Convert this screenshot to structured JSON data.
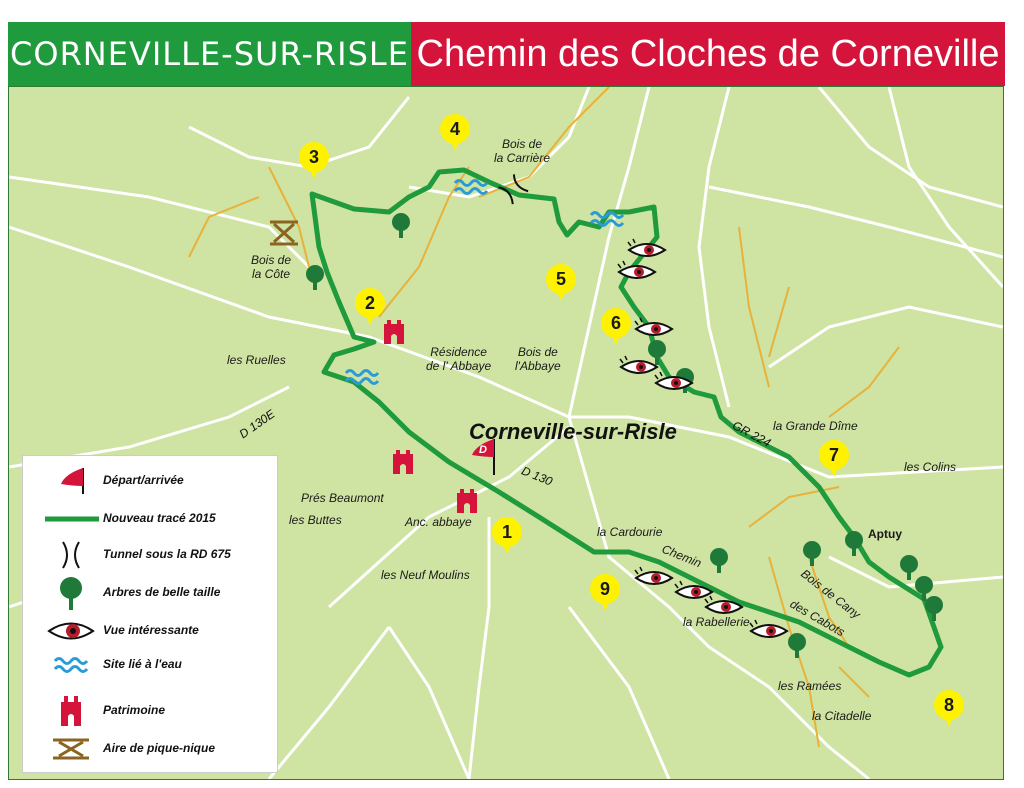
{
  "header": {
    "left_title": "CORNEVILLE-SUR-RISLE",
    "right_title": "Chemin des Cloches de Corneville"
  },
  "colors": {
    "header_green": "#1f9a3c",
    "header_red": "#d4143a",
    "map_bg": "#cfe3a2",
    "route_green": "#1f9a3c",
    "road_white": "#ffffff",
    "path_orange": "#e8b23a",
    "pin_yellow": "#fff200",
    "heritage_red": "#d4143a",
    "water_blue": "#2a9bd8",
    "tree_green": "#1f7a3a"
  },
  "map": {
    "town": "Corneville-sur-Risle",
    "places": {
      "bois_carriere": "Bois de\nla Carrière",
      "bois_cote": "Bois de\nla Côte",
      "les_ruelles": "les Ruelles",
      "residence_abbaye": "Résidence\nde l' Abbaye",
      "bois_abbaye": "Bois de\nl'Abbaye",
      "grande_dime": "la Grande Dîme",
      "les_colins": "les Colins",
      "pres_beaumont": "Prés Beaumont",
      "les_buttes": "les Buttes",
      "anc_abbaye": "Anc. abbaye",
      "la_cardourie": "la Cardourie",
      "chemin": "Chemin",
      "aptuy": "Aptuy",
      "bois_cany": "Bois de Cany",
      "des_cabots": "des Cabots",
      "les_neuf_moulins": "les Neuf Moulins",
      "la_rabellerie": "la Rabellerie",
      "les_ramees": "les Ramées",
      "la_citadelle": "la Citadelle"
    },
    "roads": {
      "d130e": "D 130E",
      "d130": "D 130",
      "gr224": "GR 224"
    },
    "waypoints": [
      "1",
      "2",
      "3",
      "4",
      "5",
      "6",
      "7",
      "8",
      "9"
    ],
    "start_flag_letter": "D"
  },
  "legend": {
    "items": [
      {
        "icon": "start-flag-icon",
        "label": "Départ/arrivée"
      },
      {
        "icon": "route-line-icon",
        "label": "Nouveau tracé 2015"
      },
      {
        "icon": "tunnel-icon",
        "label": "Tunnel sous la RD 675"
      },
      {
        "icon": "tree-icon",
        "label": "Arbres de belle taille"
      },
      {
        "icon": "eye-icon",
        "label": "Vue intéressante"
      },
      {
        "icon": "water-icon",
        "label": "Site lié à l'eau"
      },
      {
        "icon": "heritage-icon",
        "label": "Patrimoine"
      },
      {
        "icon": "picnic-icon",
        "label": "Aire de pique-nique"
      }
    ]
  }
}
